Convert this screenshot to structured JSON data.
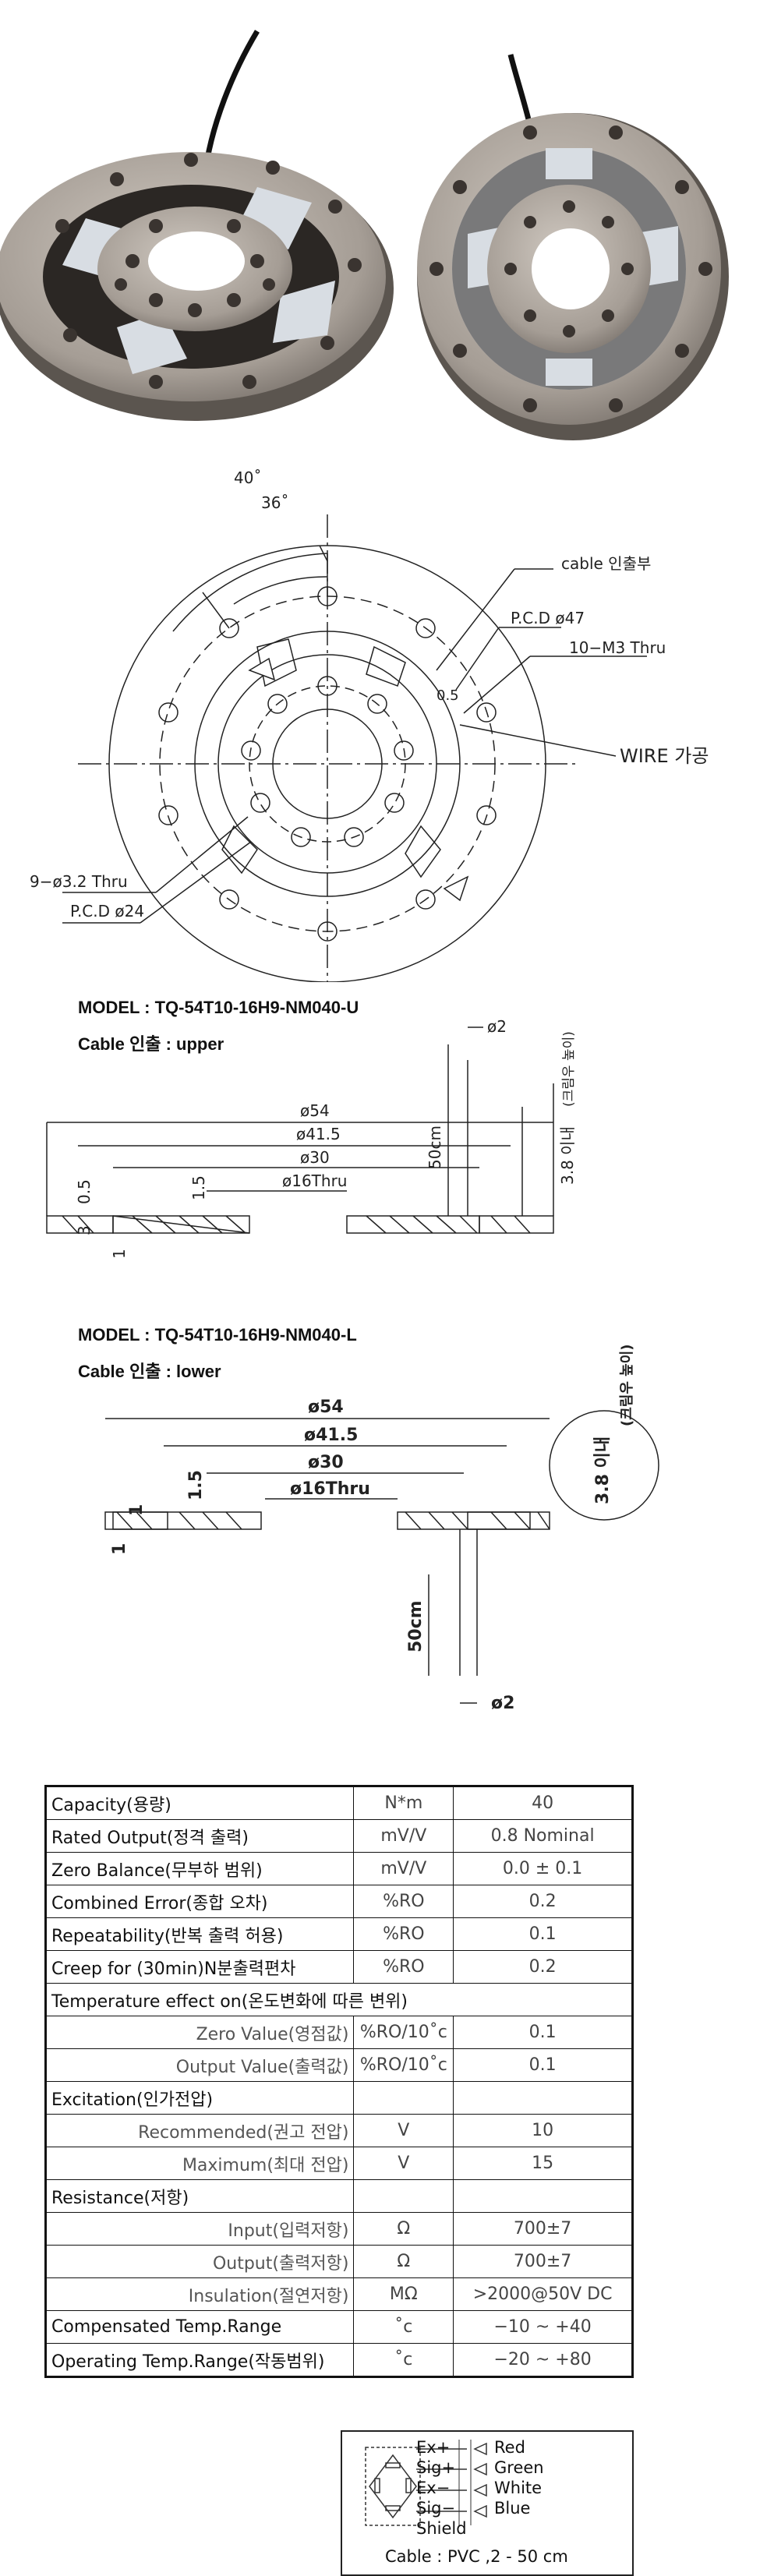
{
  "top_view": {
    "dim_40": "40˚",
    "dim_36": "36˚",
    "cable_exit": "cable 인출부",
    "pcd47": "P.C.D ø47",
    "m3": "10−M3 Thru",
    "angle": "0.5",
    "wire": "WIRE 가공",
    "holes9": "9−ø3.2 Thru",
    "pcd24": "P.C.D ø24"
  },
  "upper": {
    "model": "MODEL : TQ-54T10-16H9-NM040-U",
    "cable": "Cable 인출 : upper",
    "d54": "ø54",
    "d415": "ø41.5",
    "d30": "ø30",
    "d16": "ø16Thru",
    "d2": "ø2",
    "len50": "50cm",
    "h38": "3.8 이내",
    "h38b": "(크림우 높이)",
    "h05": "0.5",
    "h15": "1.5",
    "h3": "3",
    "h1": "1"
  },
  "lower": {
    "model": "MODEL : TQ-54T10-16H9-NM040-L",
    "cable": "Cable 인출 : lower",
    "d54": "ø54",
    "d415": "ø41.5",
    "d30": "ø30",
    "d16": "ø16Thru",
    "d2": "ø2",
    "len50": "50cm",
    "h38": "3.8 이내",
    "h38b": "(크림우 높이)",
    "h15": "1.5",
    "h1a": "1",
    "h1b": "1"
  },
  "spec_rows": [
    {
      "label": "Capacity(용량)",
      "unit": "N*m",
      "value": "40"
    },
    {
      "label": "Rated Output(정격 출력)",
      "unit": "mV/V",
      "value": "0.8 Nominal"
    },
    {
      "label": "Zero Balance(무부하 범위)",
      "unit": "mV/V",
      "value": "0.0 ± 0.1"
    },
    {
      "label": "Combined Error(종합 오차)",
      "unit": "%RO",
      "value": "0.2"
    },
    {
      "label": "Repeatability(반복 출력 허용)",
      "unit": "%RO",
      "value": "0.1"
    },
    {
      "label": "Creep for (30min)N분출력편차",
      "unit": "%RO",
      "value": "0.2"
    },
    {
      "label": "Temperature effect on(온도변화에 따른 변위)",
      "unit": "",
      "value": "",
      "span": true
    },
    {
      "label": "Zero Value(영점값)",
      "unit": "%RO/10˚c",
      "value": "0.1",
      "sub": true
    },
    {
      "label": "Output Value(출력값)",
      "unit": "%RO/10˚c",
      "value": "0.1",
      "sub": true
    },
    {
      "label": "Excitation(인가전압)",
      "unit": "",
      "value": ""
    },
    {
      "label": "Recommended(권고 전압)",
      "unit": "V",
      "value": "10",
      "sub": true
    },
    {
      "label": "Maximum(최대 전압)",
      "unit": "V",
      "value": "15",
      "sub": true
    },
    {
      "label": "Resistance(저항)",
      "unit": "",
      "value": ""
    },
    {
      "label": "Input(입력저항)",
      "unit": "Ω",
      "value": "700±7",
      "sub": true
    },
    {
      "label": "Output(출력저항)",
      "unit": "Ω",
      "value": "700±7",
      "sub": true
    },
    {
      "label": "Insulation(절연저항)",
      "unit": "MΩ",
      "value": ">2000@50V DC",
      "sub": true
    },
    {
      "label": "Compensated Temp.Range",
      "unit": "˚c",
      "value": "−10 ~ +40"
    },
    {
      "label": "Operating Temp.Range(작동범위)",
      "unit": "˚c",
      "value": "−20 ~ +80"
    }
  ],
  "wiring": {
    "exp": "Ex+",
    "sigp": "Sig+",
    "exm": "Ex−",
    "sigm": "Sig−",
    "shield": "Shield",
    "red": "Red",
    "green": "Green",
    "white": "White",
    "blue": "Blue",
    "cable": "Cable : PVC ,2 - 50 cm"
  },
  "colors": {
    "metal": "#b5aea6",
    "pad": "#d8dde3",
    "line": "#222222"
  }
}
